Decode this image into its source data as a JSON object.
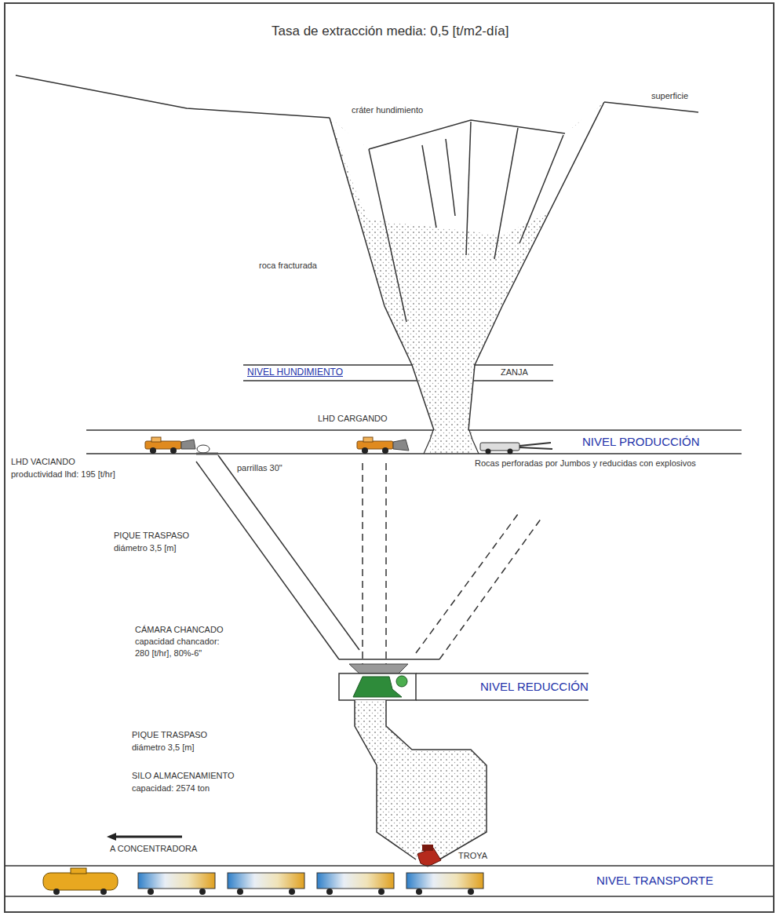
{
  "diagram": {
    "title": "Tasa de extracción media: 0,5 [t/m2-día]",
    "labels": [
      "superficie",
      "cráter hundimiento",
      "roca fracturada",
      "NIVEL HUNDIMIENTO",
      "ZANJA",
      "LHD CARGANDO",
      "NIVEL PRODUCCIÓN",
      "LHD VACIANDO",
      "productividad lhd: 195 [t/hr]",
      "parrillas 30\"",
      "Rocas perforadas por Jumbos y reducidas con explosivos",
      "PIQUE TRASPASO",
      "diámetro 3,5 [m]",
      "CÁMARA CHANCADO",
      "capacidad chancador:",
      "280 [t/hr], 80%-6\"",
      "NIVEL REDUCCIÓN",
      "PIQUE TRASPASO",
      "diámetro 3,5 [m]",
      "SILO ALMACENAMIENTO",
      "capacidad: 2574 ton",
      "A CONCENTRADORA",
      "TROYA",
      "NIVEL TRANSPORTE"
    ]
  }
}
